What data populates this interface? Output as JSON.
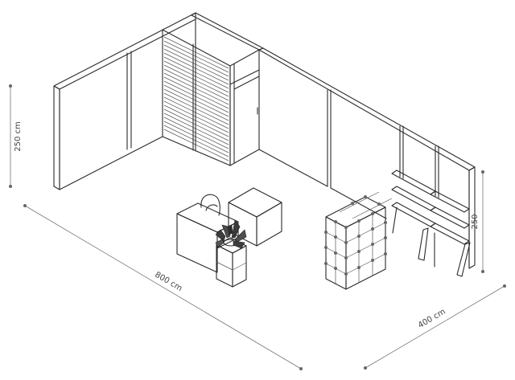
{
  "dimensions": {
    "height_left": "250 cm",
    "length": "800 cm",
    "depth": "400 cm",
    "height_right": "250"
  }
}
